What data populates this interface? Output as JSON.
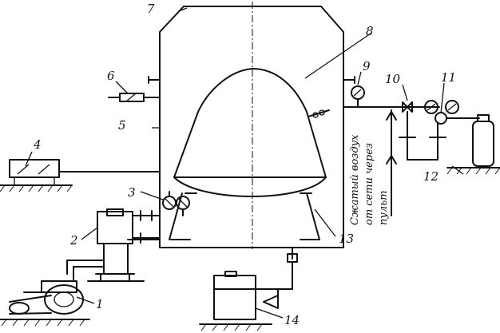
{
  "labels": {
    "n1": "1",
    "n2": "2",
    "n3": "3",
    "n4": "4",
    "n5": "5",
    "n6": "6",
    "n7": "7",
    "n8": "8",
    "n9": "9",
    "n10": "10",
    "n11": "11",
    "n12": "12",
    "n13": "13",
    "n14": "14"
  },
  "notes": {
    "line1": "Сжатый воздух",
    "line2": "от сети через",
    "line3": "пульт"
  }
}
